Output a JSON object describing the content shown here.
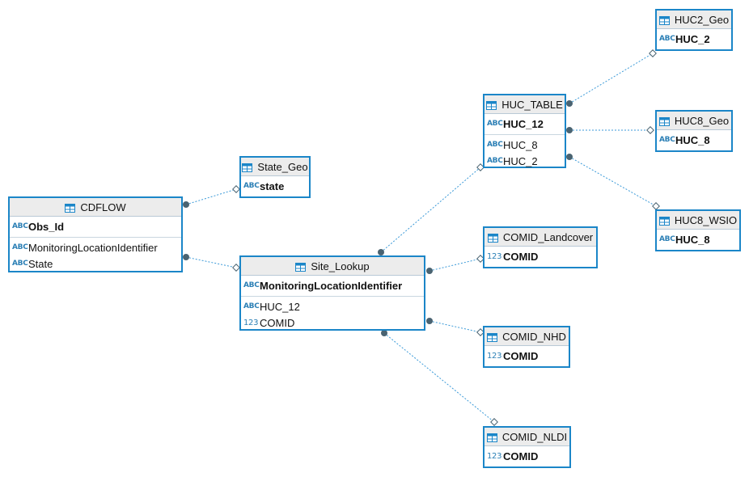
{
  "entities": {
    "cdflow": {
      "title": "CDFLOW",
      "pk": [
        {
          "type": "ABC",
          "name": "Obs_Id"
        }
      ],
      "cols": [
        {
          "type": "ABC",
          "name": "MonitoringLocationIdentifier"
        },
        {
          "type": "ABC",
          "name": "State"
        }
      ]
    },
    "state_geo": {
      "title": "State_Geo",
      "pk": [
        {
          "type": "ABC",
          "name": "state"
        }
      ],
      "cols": []
    },
    "site_lookup": {
      "title": "Site_Lookup",
      "pk": [
        {
          "type": "ABC",
          "name": "MonitoringLocationIdentifier"
        }
      ],
      "cols": [
        {
          "type": "ABC",
          "name": "HUC_12"
        },
        {
          "type": "123",
          "name": "COMID"
        }
      ]
    },
    "huc_table": {
      "title": "HUC_TABLE",
      "pk": [
        {
          "type": "ABC",
          "name": "HUC_12"
        }
      ],
      "cols": [
        {
          "type": "ABC",
          "name": "HUC_8"
        },
        {
          "type": "ABC",
          "name": "HUC_2"
        }
      ]
    },
    "huc2_geo": {
      "title": "HUC2_Geo",
      "pk": [
        {
          "type": "ABC",
          "name": "HUC_2"
        }
      ],
      "cols": []
    },
    "huc8_geo": {
      "title": "HUC8_Geo",
      "pk": [
        {
          "type": "ABC",
          "name": "HUC_8"
        }
      ],
      "cols": []
    },
    "huc8_wsio": {
      "title": "HUC8_WSIO",
      "pk": [
        {
          "type": "ABC",
          "name": "HUC_8"
        }
      ],
      "cols": []
    },
    "comid_landcover": {
      "title": "COMID_Landcover",
      "pk": [
        {
          "type": "123",
          "name": "COMID"
        }
      ],
      "cols": []
    },
    "comid_nhd": {
      "title": "COMID_NHD",
      "pk": [
        {
          "type": "123",
          "name": "COMID"
        }
      ],
      "cols": []
    },
    "comid_nldi": {
      "title": "COMID_NLDI",
      "pk": [
        {
          "type": "123",
          "name": "COMID"
        }
      ],
      "cols": []
    }
  },
  "icons": {
    "table": "table-icon",
    "text_column": "abc-type-icon",
    "numeric_column": "123-type-icon",
    "key": "key-icon"
  },
  "colors": {
    "border": "#1b86c8",
    "header_bg": "#ececec",
    "link": "#3b9ad8",
    "dot": "#4a6371"
  }
}
